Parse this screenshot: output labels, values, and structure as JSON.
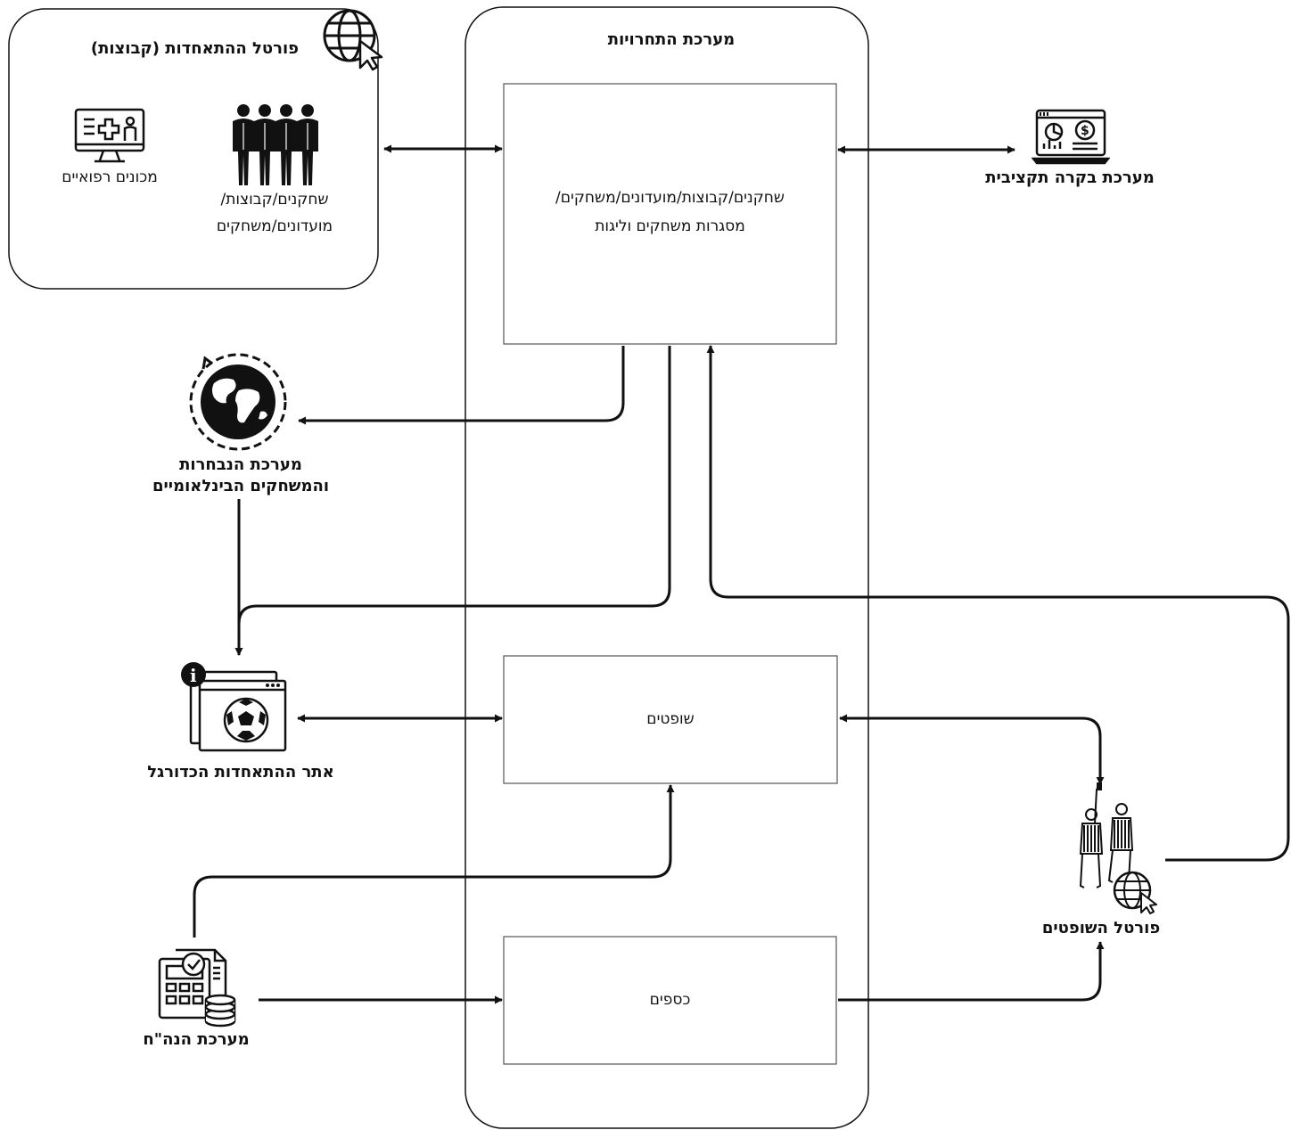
{
  "colors": {
    "line": "#111111",
    "background": "#ffffff",
    "box_border": "#555555"
  },
  "federation_portal": {
    "title": "פורטל ההתאחדות (קבוצות)",
    "players_label_line1": "שחקנים/קבוצות/",
    "players_label_line2": "מועדונים/משחקים",
    "medical_label": "מכונים רפואיים",
    "icons": [
      "globe-cursor-icon",
      "team-players-icon",
      "medical-monitor-icon"
    ]
  },
  "competitions_system": {
    "title": "מערכת התחרויות",
    "main_box_line1": "שחקנים/קבוצות/מועדונים/משחקים/",
    "main_box_line2": "מסגרות משחקים וליגות",
    "referees_box": "שופטים",
    "money_box": "כספים"
  },
  "budget_control": {
    "label": "מערכת בקרה תקציבית",
    "icon": "budget-dashboard-icon"
  },
  "national_teams": {
    "label_line1": "מערכת הנבחרות",
    "label_line2": "והמשחקים הבינלאומיים",
    "icon": "world-globe-icon"
  },
  "federation_website": {
    "label": "אתר ההתאחדות הכדורגל",
    "icon": "football-website-icon"
  },
  "accounting_system": {
    "label": "מערכת הנה\"ח",
    "icon": "accounting-calculator-icon"
  },
  "referees_portal": {
    "label": "פורטל השופטים",
    "icon": "referees-portal-icon"
  }
}
